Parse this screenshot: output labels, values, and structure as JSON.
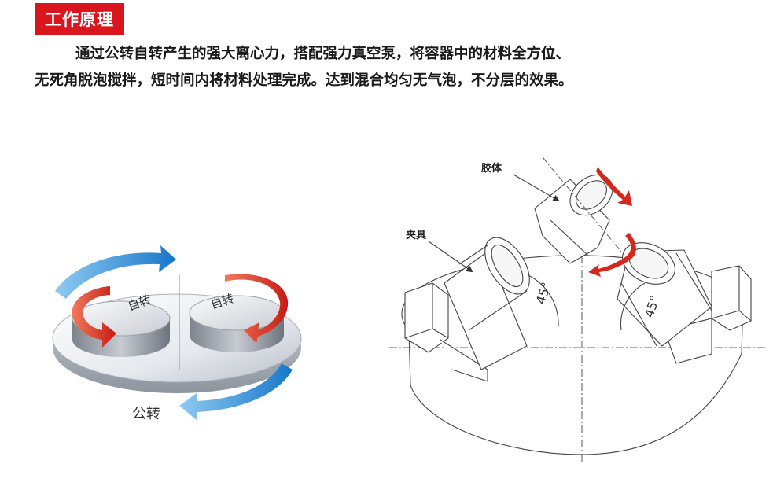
{
  "header": {
    "title": "工作原理"
  },
  "description": {
    "line1": "通过公转自转产生的强大离心力，搭配强力真空泵，将容器中的材料全方位、",
    "line2": "无死角脱泡搅拌，短时间内将材料处理完成。达到混合均匀无气泡，不分层的效果。"
  },
  "left_diagram": {
    "rotation_label_left": "自转",
    "rotation_label_right": "自转",
    "revolution_label": "公转"
  },
  "right_diagram": {
    "container_label": "胶体",
    "clamp_label": "夹具",
    "angle_left": "45°",
    "angle_right": "45°"
  },
  "colors": {
    "accent": "#d9151d",
    "blue_arrow": "#1e88d6",
    "red_arrow": "#d8261c"
  }
}
